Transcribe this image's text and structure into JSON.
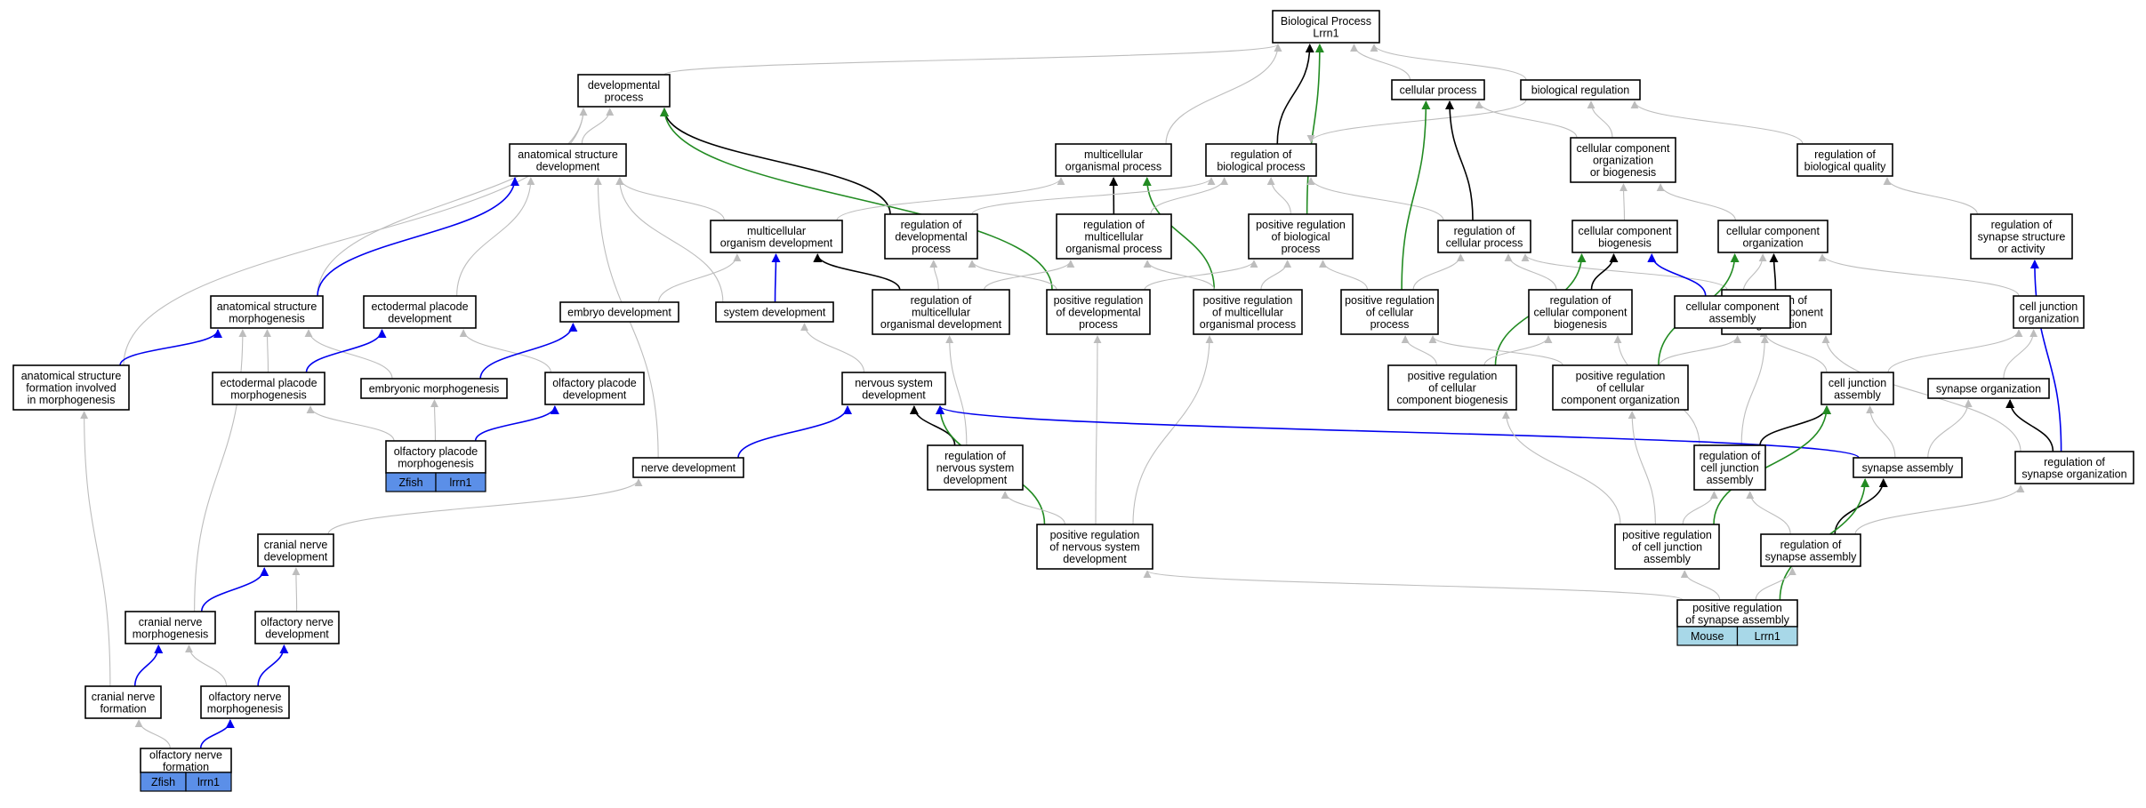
{
  "title_nodes": {
    "n01": [
      "Biological Process",
      "Lrrn1"
    ],
    "n02": [
      "developmental",
      "process"
    ],
    "n03": [
      "cellular process"
    ],
    "n04": [
      "biological regulation"
    ],
    "n05": [
      "anatomical structure",
      "development"
    ],
    "n06": [
      "multicellular",
      "organismal process"
    ],
    "n07": [
      "regulation of",
      "biological process"
    ],
    "n08": [
      "cellular component",
      "organization",
      "or biogenesis"
    ],
    "n09": [
      "regulation of",
      "biological quality"
    ],
    "n10": [
      "multicellular",
      "organism development"
    ],
    "n11": [
      "regulation of",
      "developmental",
      "process"
    ],
    "n12": [
      "regulation of",
      "multicellular",
      "organismal process"
    ],
    "n13": [
      "positive regulation",
      "of biological",
      "process"
    ],
    "n14": [
      "regulation of",
      "cellular process"
    ],
    "n15": [
      "cellular component",
      "biogenesis"
    ],
    "n16": [
      "cellular component",
      "organization"
    ],
    "n17": [
      "regulation of",
      "synapse structure",
      "or activity"
    ],
    "n18": [
      "anatomical structure",
      "morphogenesis"
    ],
    "n19": [
      "ectodermal placode",
      "development"
    ],
    "n20": [
      "embryo development"
    ],
    "n21": [
      "system development"
    ],
    "n22": [
      "regulation of",
      "multicellular",
      "organismal development"
    ],
    "n23": [
      "positive regulation",
      "of developmental",
      "process"
    ],
    "n24": [
      "positive regulation",
      "of multicellular",
      "organismal process"
    ],
    "n25": [
      "positive regulation",
      "of cellular",
      "process"
    ],
    "n26": [
      "regulation of",
      "cellular component",
      "biogenesis"
    ],
    "n27": [
      "regulation of",
      "cellular component",
      "organization"
    ],
    "n28": [
      "cellular component",
      "assembly"
    ],
    "n29": [
      "cell junction",
      "organization"
    ],
    "n30": [
      "anatomical structure",
      "formation involved",
      "in morphogenesis"
    ],
    "n31": [
      "ectodermal placode",
      "morphogenesis"
    ],
    "n32": [
      "embryonic morphogenesis"
    ],
    "n33": [
      "olfactory placode",
      "development"
    ],
    "n34": [
      "nervous system",
      "development"
    ],
    "n35": [
      "positive regulation",
      "of cellular",
      "component biogenesis"
    ],
    "n36": [
      "positive regulation",
      "of cellular",
      "component organization"
    ],
    "n37": [
      "cell junction",
      "assembly"
    ],
    "n38": [
      "synapse organization"
    ],
    "n39": [
      "olfactory placode",
      "morphogenesis"
    ],
    "n40": [
      "nerve development"
    ],
    "n41": [
      "regulation of",
      "nervous system",
      "development"
    ],
    "n42": [
      "regulation of",
      "cell junction",
      "assembly"
    ],
    "n43": [
      "synapse assembly"
    ],
    "n44": [
      "regulation of",
      "synapse organization"
    ],
    "n45": [
      "cranial nerve",
      "development"
    ],
    "n46": [
      "positive regulation",
      "of nervous system",
      "development"
    ],
    "n47": [
      "positive regulation",
      "of cell junction",
      "assembly"
    ],
    "n48": [
      "regulation of",
      "synapse assembly"
    ],
    "n49": [
      "cranial nerve",
      "morphogenesis"
    ],
    "n50": [
      "olfactory nerve",
      "development"
    ],
    "n51": [
      "positive regulation",
      "of synapse assembly"
    ],
    "n52": [
      "cranial nerve",
      "formation"
    ],
    "n53": [
      "olfactory nerve",
      "morphogenesis"
    ],
    "n54": [
      "olfactory nerve",
      "formation"
    ]
  },
  "tags": {
    "n39": [
      "Zfish",
      "lrrn1"
    ],
    "n51": [
      "Mouse",
      "Lrrn1"
    ],
    "n54": [
      "Zfish",
      "lrrn1"
    ]
  },
  "colors": {
    "is_a": "#bdbdbd",
    "part_of": "#000000",
    "regulates": "#0000ee",
    "positively_regulates": "#228b22",
    "zfish_tag": "#5b8fe8",
    "mouse_tag": "#a8d8e8"
  }
}
